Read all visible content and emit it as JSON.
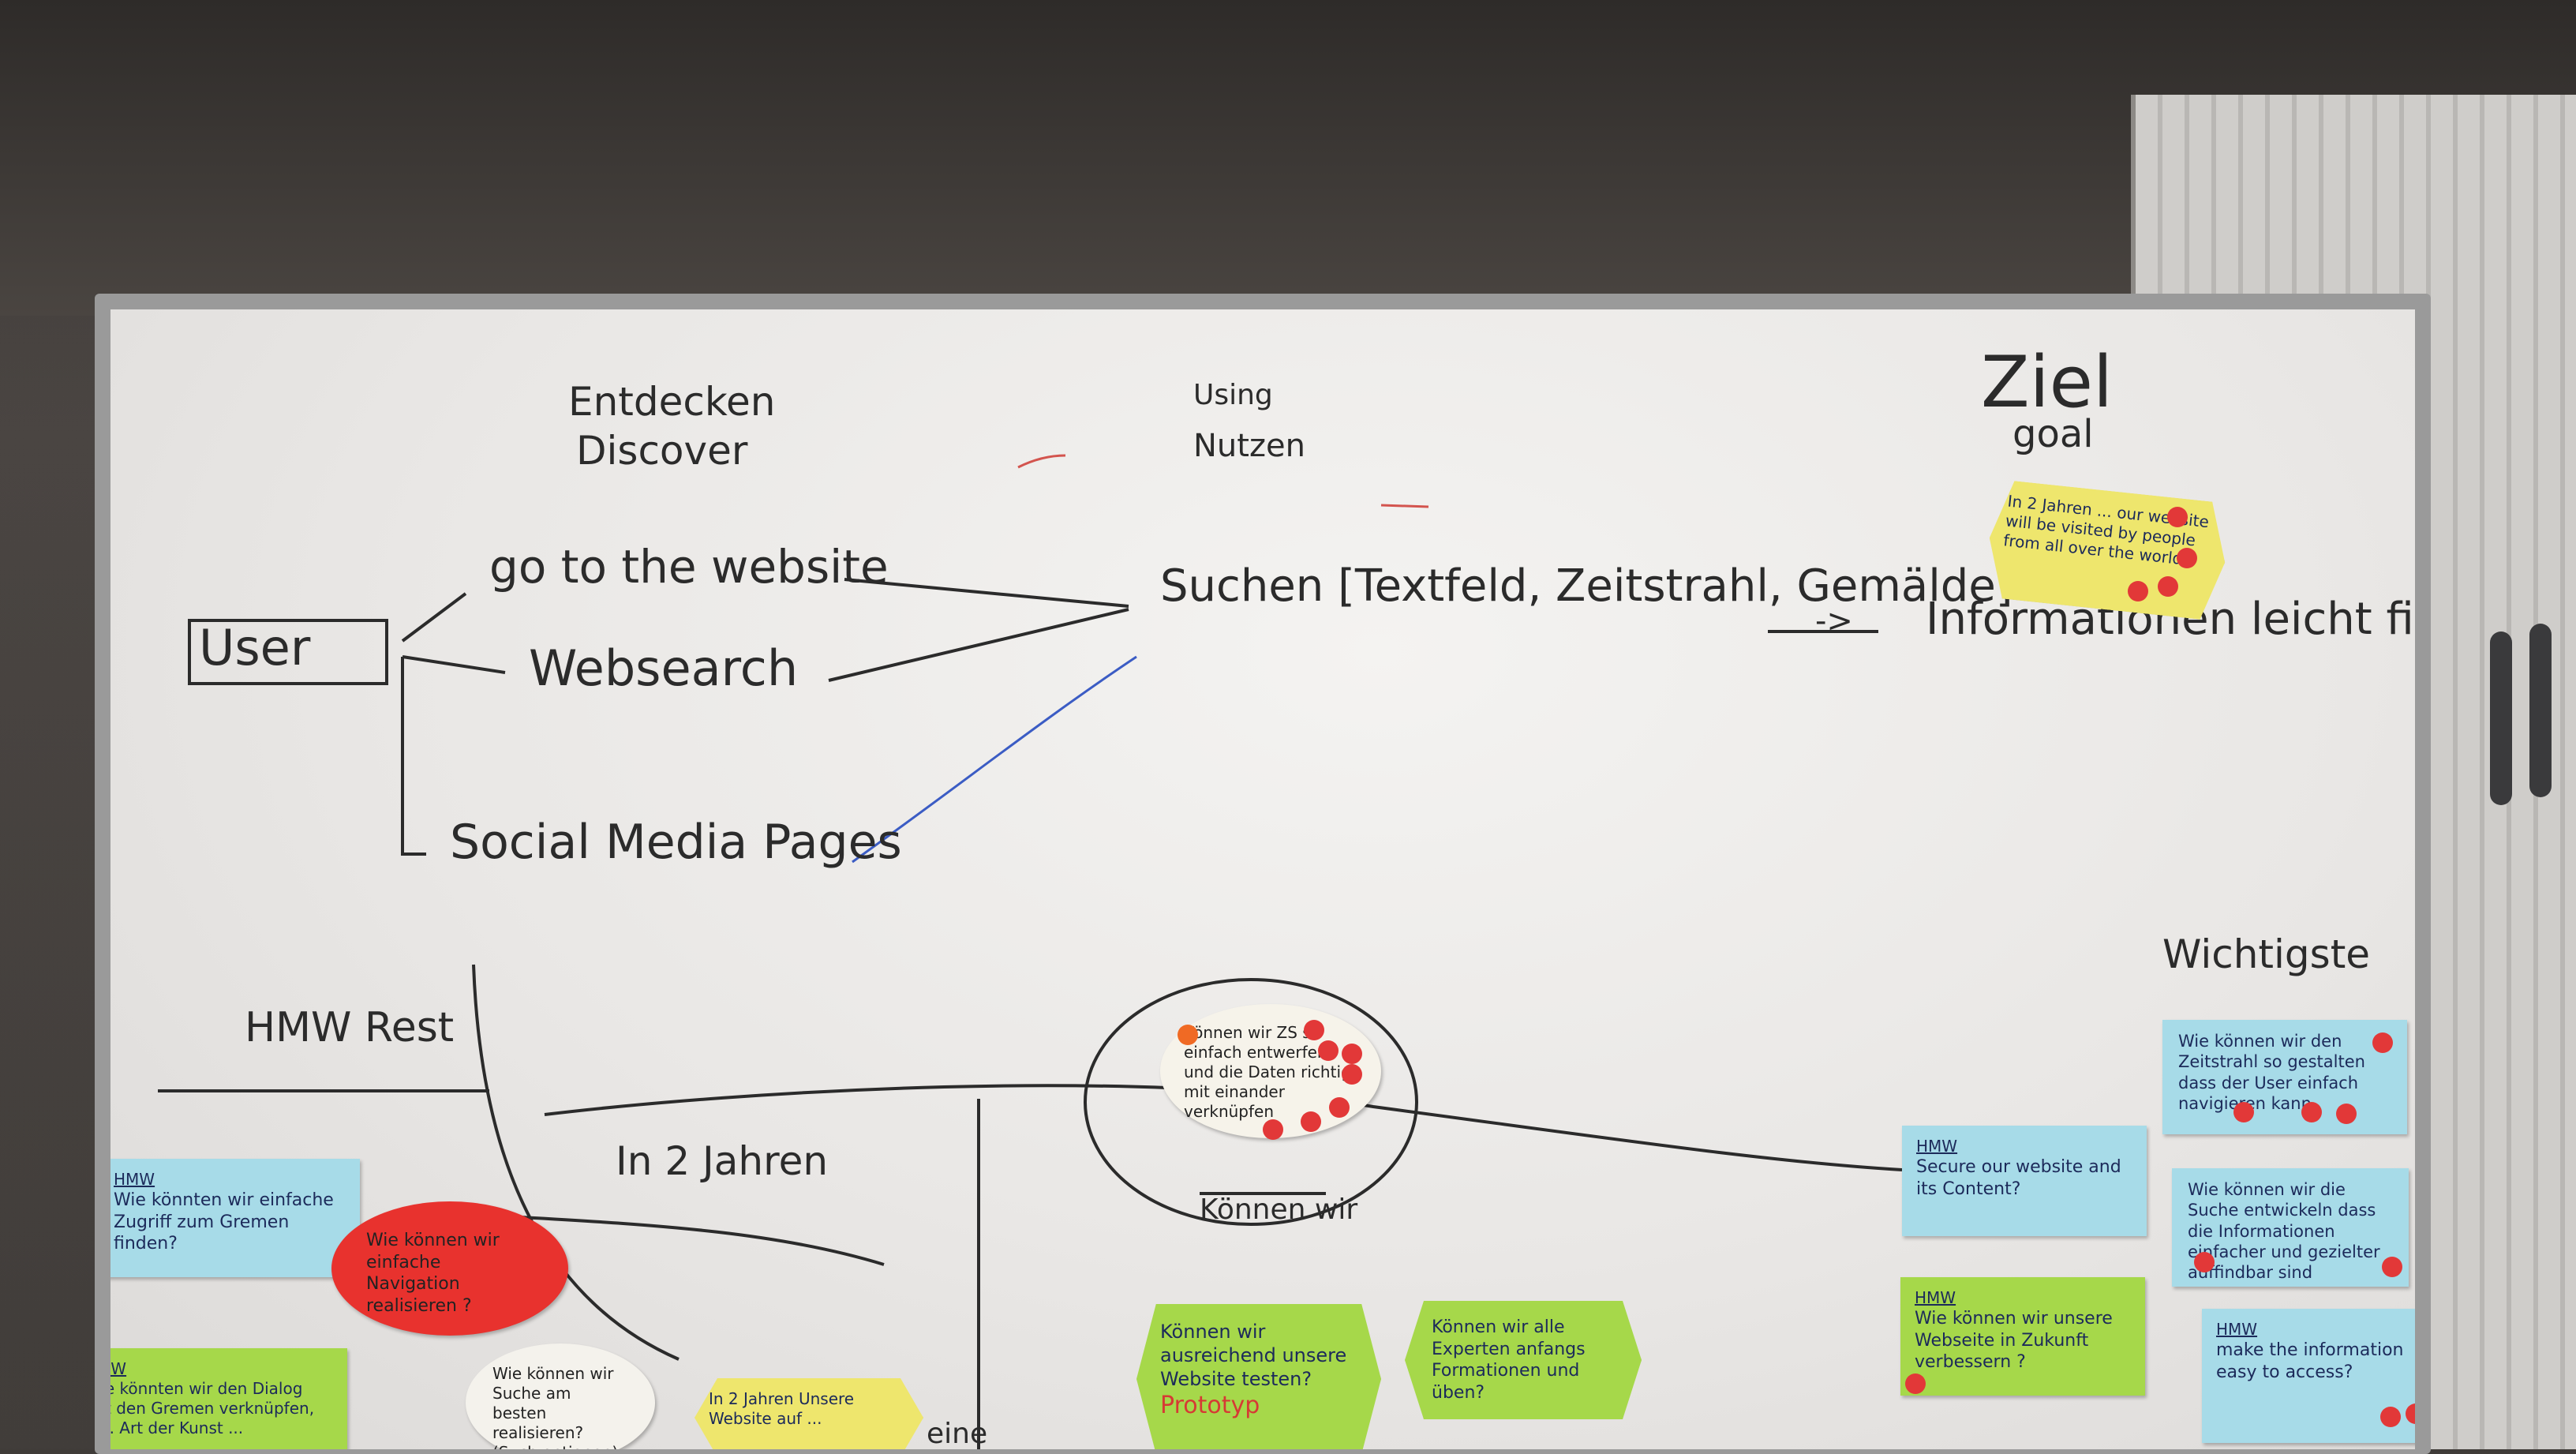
{
  "whiteboard": {
    "columns": {
      "discover": {
        "de": "Entdecken",
        "en": "Discover"
      },
      "using": {
        "en": "Using",
        "de": "Nutzen"
      },
      "goal": {
        "de": "Ziel",
        "en": "goal"
      }
    },
    "flow": {
      "user": "User",
      "paths": [
        "go to the website",
        "Websearch",
        "Social Media Pages"
      ],
      "search": "Suchen [Textfeld, Zeitstrahl, Gemälde]",
      "arrow": "->",
      "result": "Informationen leicht finden"
    },
    "labels": {
      "hmw_rest": "HMW Rest",
      "in2jahren": "In 2 Jahren",
      "koennen_wir": "Können wir",
      "wichtigste": "Wichtigste",
      "eine": "eine"
    },
    "notes": {
      "goal_note": "In 2 Jahren ... our website will be visited by people from all over the world",
      "circle_note": "Können wir ZS so einfach entwerfen und die Daten richtig mit einander verknüpfen",
      "note_left_blue": {
        "tag": "HMW",
        "text": "Wie könnten wir einfache Zugriff zum Gremen finden?"
      },
      "note_red": "Wie können wir einfache Navigation realisieren ?",
      "note_left_green": {
        "tag": "HMW",
        "text": "Wie könnten wir den Dialog mit den Gremen verknüpfen, z.B. Art der Kunst ..."
      },
      "note_white": "Wie können wir Suche am besten realisieren? (Such optionen)",
      "note_yellow": "In 2 Jahren Unsere Website auf ...",
      "note_green_hex1": {
        "text": "Können wir ausreichend unsere Website testen?",
        "extra": "Prototyp"
      },
      "note_green_hex2": "Können wir alle Experten anfangs Formationen und üben?",
      "note_blue_mid": {
        "tag": "HMW",
        "text": "Secure our website and its Content?"
      },
      "note_green_right": {
        "tag": "HMW",
        "text": "Wie können wir unsere Webseite in Zukunft verbessern ?"
      },
      "note_blue_top_right": "Wie können wir den Zeitstrahl so gestalten dass der User einfach navigieren kann",
      "note_blue_right2": "Wie können wir die Suche entwickeln dass die Informationen einfacher und gezielter auffindbar sind",
      "note_blue_bottom_right": {
        "tag": "HMW",
        "text": "make the information easy to access?"
      }
    },
    "colors": {
      "marker": "#2b2b2b",
      "blue_note": "#a7dbe8",
      "green_note": "#a6d84a",
      "yellow_note": "#eee66d",
      "red_note": "#e8322e",
      "dot": "#e23838"
    }
  }
}
